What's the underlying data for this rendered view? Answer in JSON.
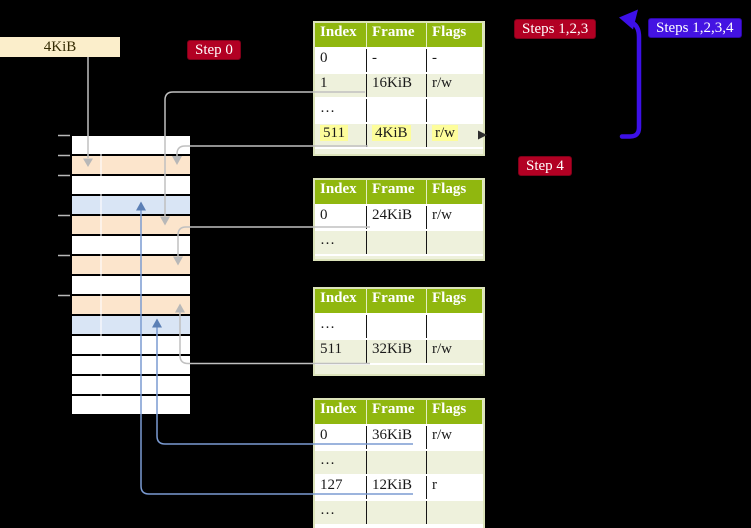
{
  "labels": {
    "page_size": "4KiB"
  },
  "badges": {
    "step0": "Step 0",
    "steps_123": "Steps 1,2,3",
    "steps_1234": "Steps 1,2,3,4",
    "step4": "Step 4"
  },
  "memory_strip": {
    "rows": [
      "white",
      "orange",
      "white",
      "blue",
      "orange",
      "white",
      "orange",
      "white",
      "orange",
      "blue",
      "white",
      "white",
      "white",
      "white"
    ],
    "tick_count": 6
  },
  "page_tables": [
    {
      "id": "table-1",
      "columns": [
        "Index",
        "Frame",
        "Flags"
      ],
      "rows": [
        {
          "cells": [
            "0",
            "-",
            "-"
          ],
          "highlight": false
        },
        {
          "cells": [
            "1",
            "16KiB",
            "r/w"
          ],
          "highlight": false
        },
        {
          "cells": [
            "…",
            "",
            ""
          ],
          "highlight": false
        },
        {
          "cells": [
            "511",
            "4KiB",
            "r/w"
          ],
          "highlight": true
        }
      ]
    },
    {
      "id": "table-2",
      "columns": [
        "Index",
        "Frame",
        "Flags"
      ],
      "rows": [
        {
          "cells": [
            "0",
            "24KiB",
            "r/w"
          ],
          "highlight": false
        },
        {
          "cells": [
            "…",
            "",
            ""
          ],
          "highlight": false
        }
      ]
    },
    {
      "id": "table-3",
      "columns": [
        "Index",
        "Frame",
        "Flags"
      ],
      "rows": [
        {
          "cells": [
            "…",
            "",
            ""
          ],
          "highlight": false
        },
        {
          "cells": [
            "511",
            "32KiB",
            "r/w"
          ],
          "highlight": false
        }
      ]
    },
    {
      "id": "table-4",
      "columns": [
        "Index",
        "Frame",
        "Flags"
      ],
      "rows": [
        {
          "cells": [
            "0",
            "36KiB",
            "r/w"
          ],
          "highlight": false
        },
        {
          "cells": [
            "…",
            "",
            ""
          ],
          "highlight": false
        },
        {
          "cells": [
            "127",
            "12KiB",
            "r"
          ],
          "highlight": false
        },
        {
          "cells": [
            "…",
            "",
            ""
          ],
          "highlight": false
        }
      ]
    }
  ],
  "colors": {
    "background": "#000000",
    "badge_red": "#b20023",
    "badge_blue": "#4413e2",
    "table_header_green": "#90b70f",
    "table_row_green": "#eef1dc",
    "highlight_yellow": "#fdfd9b",
    "memory_orange": "#fce5cc",
    "memory_blue": "#d9e5f5",
    "connector_gray": "#c0c0c0",
    "connector_steel_blue": "#7b9bd2",
    "loop_arrow_violet": "#3d10e8"
  }
}
